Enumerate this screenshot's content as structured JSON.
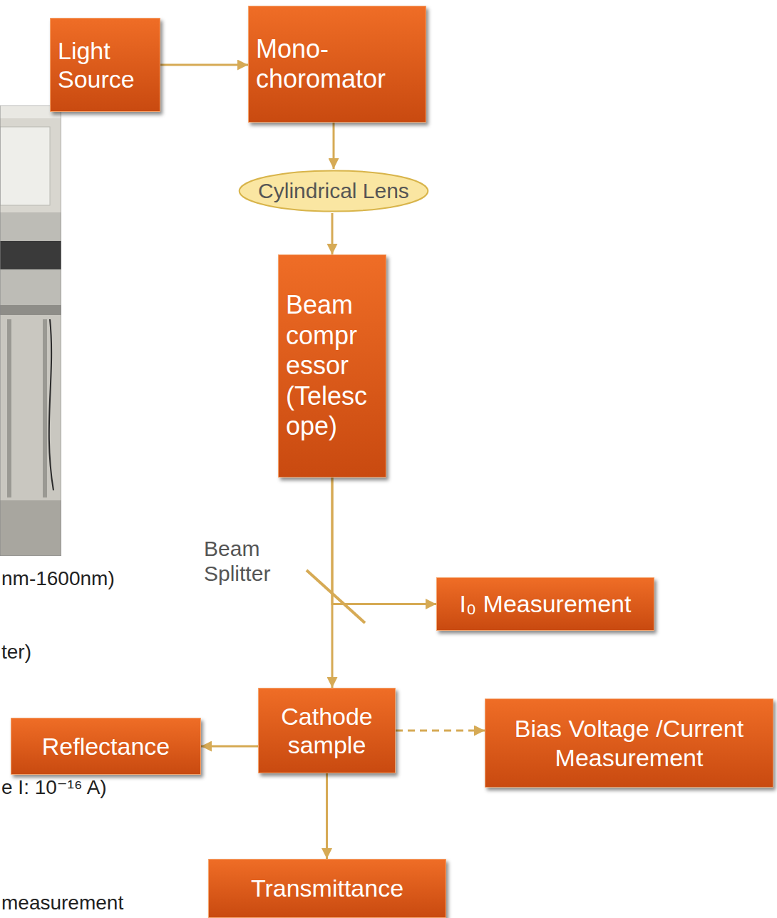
{
  "diagram": {
    "nodes": [
      {
        "text": [
          "Light Source"
        ]
      },
      {
        "text": [
          "Mono- choromator"
        ]
      },
      {
        "text": [
          "Cylindrical Lens"
        ]
      },
      {
        "text": [
          "Beam compr essor (Telesc ope)"
        ]
      },
      {
        "text": [
          "I₀ Measurement"
        ]
      },
      {
        "text": [
          "Reflectance"
        ]
      },
      {
        "text": [
          "Cathode sample"
        ]
      },
      {
        "text": [
          "Bias Voltage /Current Measurement"
        ]
      },
      {
        "text": [
          "Transmittance"
        ]
      }
    ],
    "edges": [
      {
        "from": 0,
        "to": 1,
        "arrow": "to"
      },
      {
        "from": 1,
        "to": 2,
        "arrow": "to"
      },
      {
        "from": 2,
        "to": 3,
        "arrow": "to"
      },
      {
        "from": 3,
        "to": 4,
        "arrow": "to"
      },
      {
        "from": 3,
        "to": 6,
        "arrow": "to"
      },
      {
        "from": 6,
        "to": 5,
        "arrow": "to"
      },
      {
        "from": 6,
        "to": 7,
        "arrow": "to"
      },
      {
        "from": 6,
        "to": 8,
        "arrow": "to"
      }
    ],
    "labels": [
      "Beam Splitter",
      "nm-1600nm)",
      "ter)",
      "e I: 10⁻¹⁶ A)",
      "measurement"
    ]
  }
}
